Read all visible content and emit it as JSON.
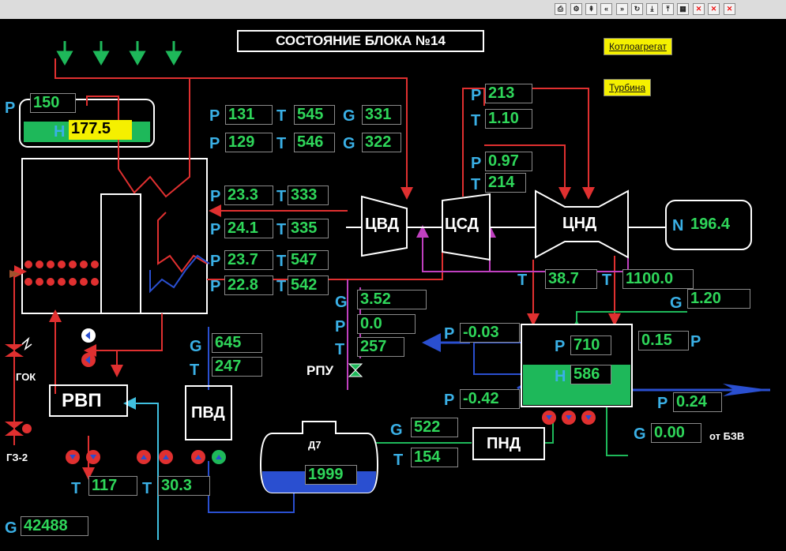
{
  "toolbar": {
    "icons": [
      "print-icon",
      "gear-icon",
      "pin-icon",
      "rewind-icon",
      "fast-forward-icon",
      "refresh-icon",
      "download-icon",
      "upload-icon",
      "grid-icon",
      "close-red-icon",
      "close-all-icon",
      "close-icon"
    ]
  },
  "colors": {
    "steam": "#e03030",
    "water": "#2a4fd0",
    "feed": "#1eb85a",
    "extraction": "#c040c0",
    "value": "#2fd65a",
    "label": "#3ab0e6",
    "highlight": "#f5f000"
  },
  "title": "СОСТОЯНИЕ БЛОКА №14",
  "buttons": {
    "boiler": "Котлоагрегат",
    "turbine": "Турбина"
  },
  "drum": {
    "p_label": "P",
    "p": "150",
    "h_label": "H",
    "h": "177.5"
  },
  "main_steam": [
    {
      "p_label": "P",
      "p": "131",
      "t_label": "T",
      "t": "545",
      "g_label": "G",
      "g": "331"
    },
    {
      "p_label": "P",
      "p": "129",
      "t_label": "T",
      "t": "546",
      "g_label": "G",
      "g": "322"
    }
  ],
  "reheat": [
    {
      "p_label": "P",
      "p": "23.3",
      "t_label": "T",
      "t": "333"
    },
    {
      "p_label": "P",
      "p": "24.1",
      "t_label": "T",
      "t": "335"
    },
    {
      "p_label": "P",
      "p": "23.7",
      "t_label": "T",
      "t": "547"
    },
    {
      "p_label": "P",
      "p": "22.8",
      "t_label": "T",
      "t": "542"
    }
  ],
  "ipt": {
    "p1_label": "P",
    "p1": "213",
    "t1_label": "T",
    "t1": "1.10",
    "p2_label": "P",
    "p2": "0.97",
    "t2_label": "T",
    "t2": "214"
  },
  "turbine": {
    "hp": "ЦВД",
    "ip": "ЦСД",
    "lp": "ЦНД",
    "n_label": "N",
    "n": "196.4"
  },
  "rpu": {
    "g_label": "G",
    "g": "3.52",
    "p_label": "P",
    "p": "0.0",
    "t_label": "T",
    "t": "257",
    "name": "РПУ"
  },
  "condenser": {
    "t1_label": "T",
    "t1": "38.7",
    "t2_label": "T",
    "t2": "1100.0",
    "g_label": "G",
    "g": "1.20",
    "p_in_label": "P",
    "p_in": "-0.03",
    "p_label": "P",
    "p": "710",
    "p_right": "0.15",
    "p_right_label": "P",
    "h_label": "H",
    "h": "586",
    "p_out_label": "P",
    "p_out": "-0.42",
    "p_bottom_label": "P",
    "p_bottom": "0.24",
    "g_bzv_label": "G",
    "g_bzv": "0.00",
    "bzv": "от БЗВ"
  },
  "pvd": {
    "name": "ПВД",
    "g_label": "G",
    "g": "645",
    "t_label": "T",
    "t": "247"
  },
  "pnd": {
    "name": "ПНД",
    "g_label": "G",
    "g": "522",
    "t_label": "T",
    "t": "154"
  },
  "deaerator": {
    "name": "Д7",
    "h": "1999"
  },
  "rvp": {
    "name": "РВП",
    "t1_label": "T",
    "t1": "117",
    "t2_label": "T",
    "t2": "30.3",
    "g_label": "G",
    "g": "42488"
  },
  "valves": {
    "gok": "ГОК",
    "gz": "ГЗ-2"
  }
}
